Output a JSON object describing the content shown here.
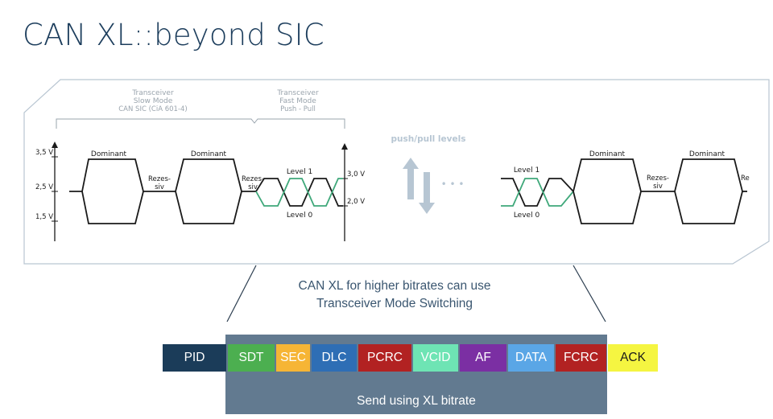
{
  "title": "CAN XL::beyond SIC",
  "labels": {
    "slow_mode": [
      "Transceiver",
      "Slow Mode",
      "CAN SIC (CiA 601-4)"
    ],
    "fast_mode": [
      "Transceiver",
      "Fast Mode",
      "Push - Pull"
    ],
    "v35": "3,5 V",
    "v25": "2,5 V",
    "v15": "1,5 V",
    "v30": "3,0 V",
    "v20": "2,0 V",
    "dominant": "Dominant",
    "rezessiv": [
      "Rezes-",
      "siv"
    ],
    "rezes_cut": "Re",
    "level1": "Level 1",
    "level0": "Level 0",
    "push_pull": "push/pull levels",
    "dots": "• • •"
  },
  "caption": [
    "CAN XL for higher bitrates can use",
    "Transceiver Mode Switching"
  ],
  "frame_label": "Send using XL bitrate",
  "fields": [
    {
      "label": "PID",
      "color": "#1b3c59",
      "text": "#ffffff"
    },
    {
      "label": "SDT",
      "color": "#4caf50",
      "text": "#ffffff"
    },
    {
      "label": "SEC",
      "color": "#f6b535",
      "text": "#ffffff"
    },
    {
      "label": "DLC",
      "color": "#2e6eb5",
      "text": "#ffffff"
    },
    {
      "label": "PCRC",
      "color": "#b22222",
      "text": "#ffffff"
    },
    {
      "label": "VCID",
      "color": "#6ee4b4",
      "text": "#ffffff"
    },
    {
      "label": "AF",
      "color": "#7b2fa3",
      "text": "#ffffff"
    },
    {
      "label": "DATA",
      "color": "#5aa6e6",
      "text": "#ffffff"
    },
    {
      "label": "FCRC",
      "color": "#b22222",
      "text": "#ffffff"
    },
    {
      "label": "ACK",
      "color": "#f5f541",
      "text": "#1a1a1a"
    }
  ],
  "colors": {
    "signal": "#1a1a1a",
    "green": "#3fa87a",
    "arrow": "#b7c6d3",
    "panel_border": "#b9c6d2"
  }
}
